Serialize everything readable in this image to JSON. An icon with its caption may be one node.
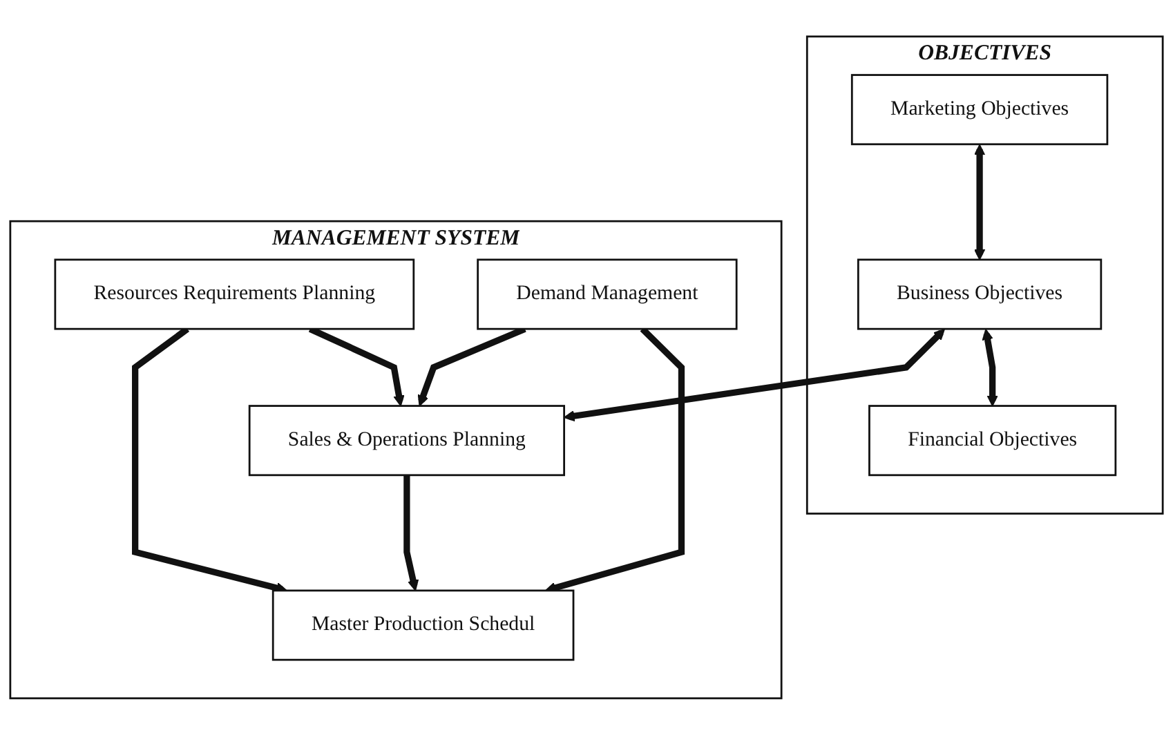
{
  "diagram": {
    "nodes": [
      {
        "text": [
          "OBJECTIVES"
        ]
      },
      {
        "text": [
          "Marketing Objectives"
        ],
        "in": 0
      },
      {
        "text": [
          "Business Objectives"
        ],
        "in": 0
      },
      {
        "text": [
          "Financial Objectives"
        ],
        "in": 0
      },
      {
        "text": [
          "MANAGEMENT SYSTEM"
        ]
      },
      {
        "text": [
          "Resources Requirements Planning"
        ],
        "in": 4
      },
      {
        "text": [
          "Sales & Operations Planning"
        ],
        "in": 4
      },
      {
        "text": [
          "Demand Management"
        ],
        "in": 4
      },
      {
        "text": [
          "Master Production Schedul"
        ],
        "in": 4
      }
    ],
    "edges": [
      {
        "from": 1,
        "to": 2,
        "arrow": "both"
      },
      {
        "from": 2,
        "to": 3,
        "arrow": "both"
      },
      {
        "from": 2,
        "to": 6,
        "arrow": "both"
      },
      {
        "from": 5,
        "to": 6,
        "arrow": "to"
      },
      {
        "from": 7,
        "to": 6,
        "arrow": "to"
      },
      {
        "from": 5,
        "to": 8,
        "arrow": "to"
      },
      {
        "from": 6,
        "to": 8,
        "arrow": "to"
      },
      {
        "from": 7,
        "to": 8,
        "arrow": "to"
      }
    ]
  }
}
